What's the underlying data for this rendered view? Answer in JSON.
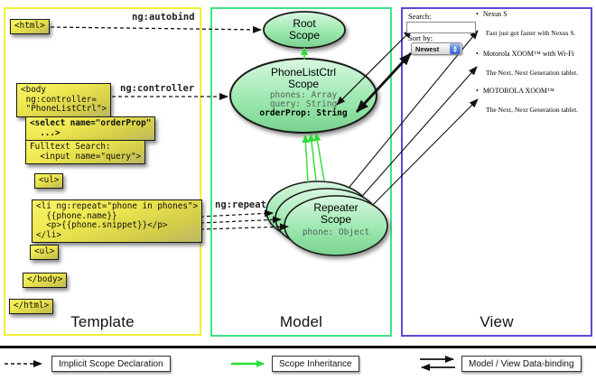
{
  "panels": {
    "template": {
      "label": "Template"
    },
    "model": {
      "label": "Model"
    },
    "view": {
      "label": "View"
    }
  },
  "template_code": {
    "html_open": "<html>",
    "body_open": "<body\n ng:controller=\n \"PhoneListCtrl\">",
    "select": "<select name=\"orderProp\"\n  ...>",
    "fulltext": "Fulltext Search:\n  <input name=\"query\">",
    "ul_open": "<ul>",
    "li_repeat": "<li ng:repeat=\"phone in phones\">\n  {{phone.name}}\n  <p>{{phone.snippet}}</p>\n</li>",
    "ul_close": "<ul>",
    "body_close": "</body>",
    "html_close": "</html>"
  },
  "edge_labels": {
    "autobind": "ng:autobind",
    "controller": "ng:controller",
    "repeat": "ng:repeat"
  },
  "scopes": {
    "root": {
      "title": "Root",
      "subtitle": "Scope"
    },
    "phonelist": {
      "title": "PhoneListCtrl",
      "subtitle": "Scope",
      "prop1": "phones: Array",
      "prop2": "query: String",
      "prop3": "orderProp: String"
    },
    "repeater": {
      "title": "Repeater",
      "subtitle": "Scope",
      "prop": "phone: Object"
    }
  },
  "view_panel": {
    "search_label": "Search:",
    "search_value": "",
    "sort_label": "Sort by:",
    "sort_value": "Newest",
    "items": [
      {
        "bullet": "•",
        "name": "Nexus S",
        "snippet": "Fast just got faster with Nexus S."
      },
      {
        "bullet": "•",
        "name": "Motorola XOOM™ with Wi-Fi",
        "snippet": "The Next, Next Generation tablet."
      },
      {
        "bullet": "•",
        "name": "MOTOROLA XOOM™",
        "snippet": "The Next, Next Generation tablet."
      }
    ]
  },
  "legend": {
    "implicit": "Implicit Scope Declaration",
    "inheritance": "Scope Inheritance",
    "binding": "Model / View Data-binding"
  },
  "colors": {
    "template_border": "#f2ee35",
    "model_border": "#3fe387",
    "view_border": "#5a49d8",
    "code_box_fill": "#ece64f",
    "scope_fill_top": "#d8f7e0",
    "scope_fill_bottom": "#79d28e",
    "inheritance_arrow": "#2bdc35",
    "binding_arrow": "#111111"
  }
}
